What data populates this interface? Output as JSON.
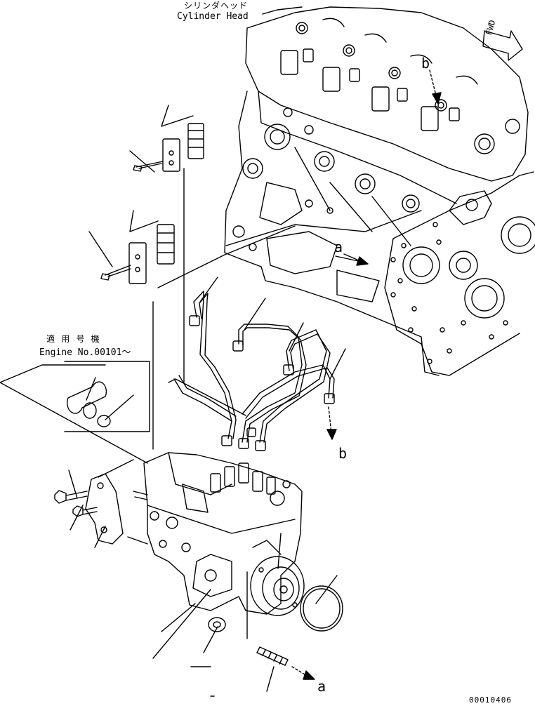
{
  "labels": {
    "cylinder_head_jp": "シリンダヘッド",
    "cylinder_head_en": "Cylinder Head",
    "fwd": "FWD",
    "applicable_jp": "適 用 号 機",
    "engine_no": "Engine No.00101〜",
    "callout_a": "a",
    "callout_b": "b",
    "drawing_code": "00010406"
  },
  "colors": {
    "line": "#000000",
    "background": "#ffffff"
  }
}
